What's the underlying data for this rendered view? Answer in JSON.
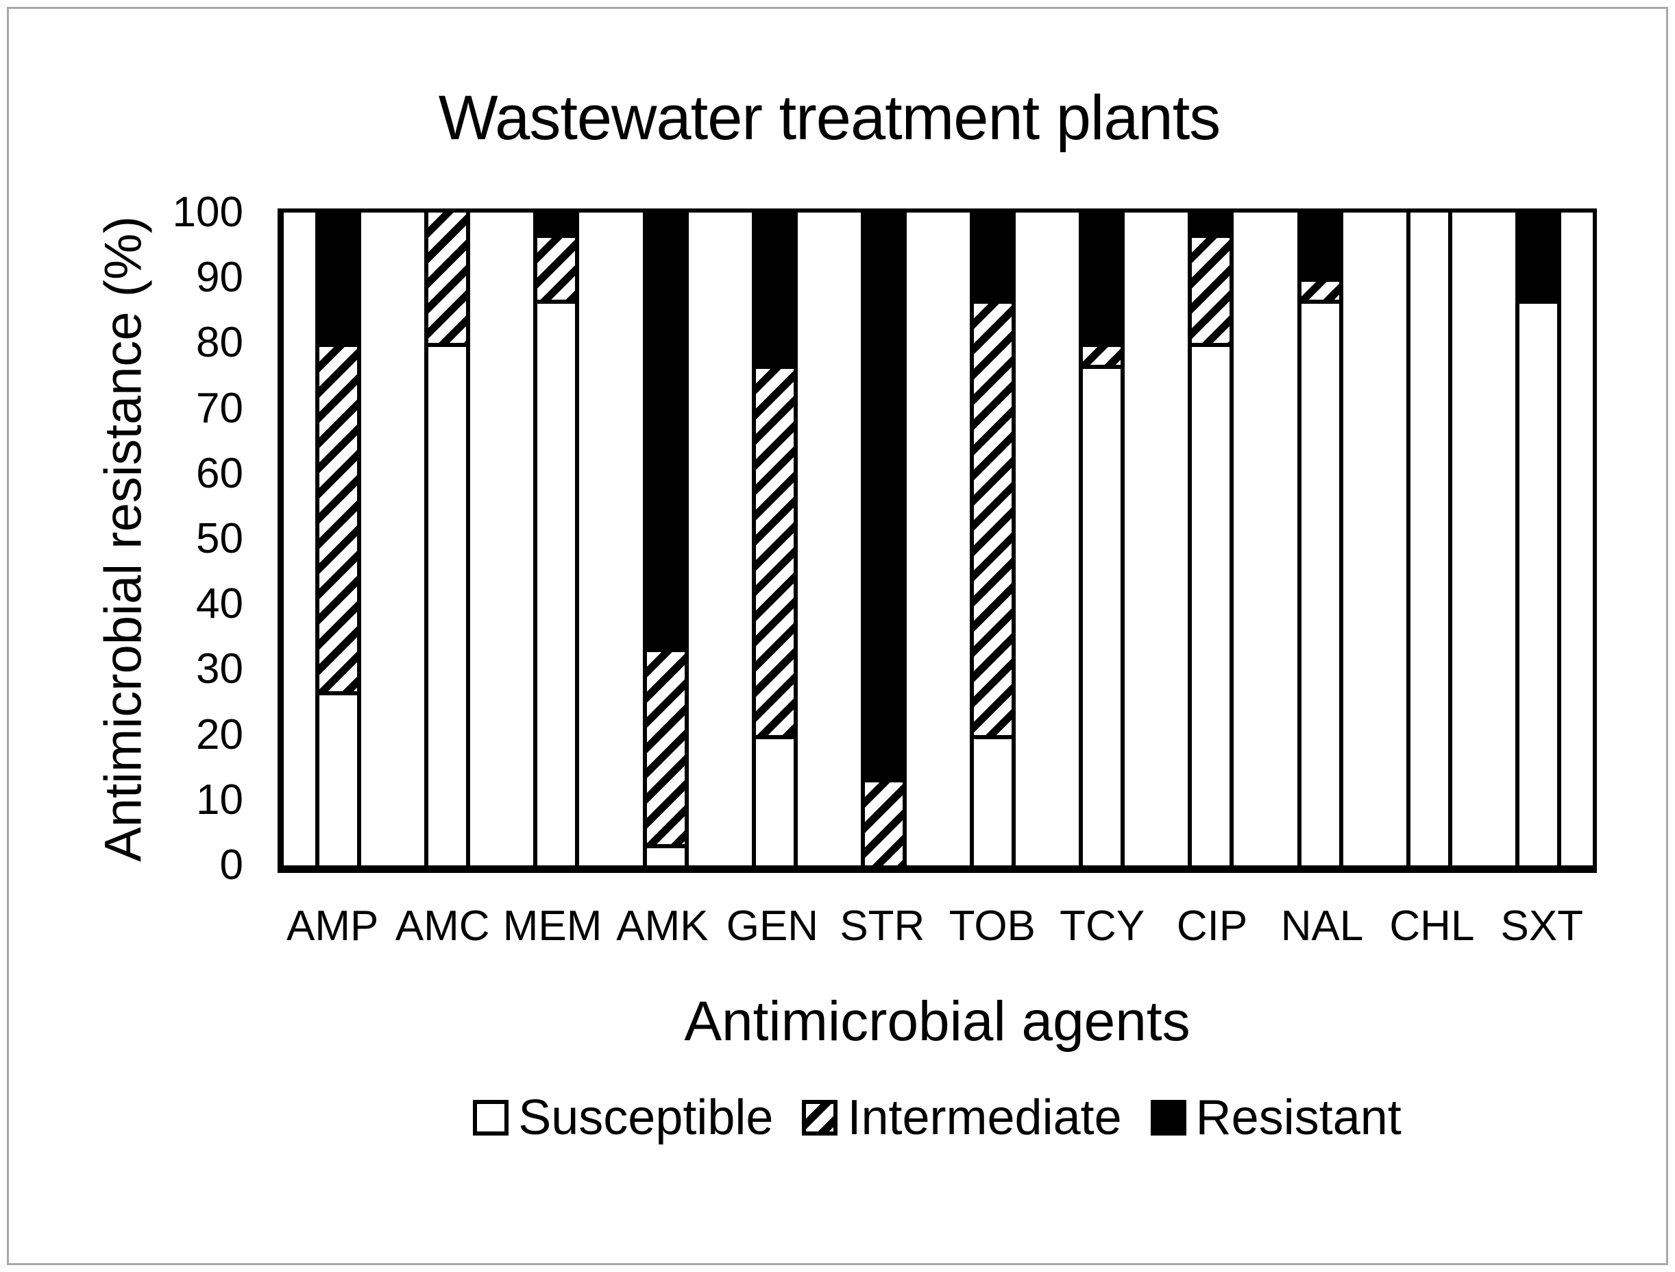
{
  "title": "Wastewater treatment plants",
  "y_axis": {
    "title": "Antimicrobial resistance (%)",
    "ticks": [
      100,
      90,
      80,
      70,
      60,
      50,
      40,
      30,
      20,
      10,
      0
    ]
  },
  "x_axis": {
    "title": "Antimicrobial agents"
  },
  "legend": {
    "items": [
      {
        "label": "Susceptible",
        "swatch": "white-square-swatch"
      },
      {
        "label": "Intermediate",
        "swatch": "diagonal-hatch-swatch"
      },
      {
        "label": "Resistant",
        "swatch": "black-square-swatch"
      }
    ]
  },
  "colors": {
    "foreground": "#000000",
    "background": "#ffffff",
    "frame_border": "#a9a9a9"
  },
  "chart_data": {
    "type": "bar",
    "stacked": true,
    "orientation": "vertical",
    "title": "Wastewater treatment plants",
    "xlabel": "Antimicrobial agents",
    "ylabel": "Antimicrobial resistance (%)",
    "ylim": [
      0,
      100
    ],
    "ytick_step": 10,
    "grid": false,
    "legend_position": "bottom",
    "categories": [
      "AMP",
      "AMC",
      "MEM",
      "AMK",
      "GEN",
      "STR",
      "TOB",
      "TCY",
      "CIP",
      "NAL",
      "CHL",
      "SXT"
    ],
    "series": [
      {
        "name": "Susceptible",
        "pattern": "white",
        "values": [
          26.7,
          80,
          86.7,
          3.3,
          20,
          0,
          20,
          76.7,
          80,
          86.7,
          100,
          86.7
        ]
      },
      {
        "name": "Intermediate",
        "pattern": "hatch",
        "values": [
          53.3,
          20,
          10,
          30,
          56.7,
          13.3,
          66.7,
          3.3,
          16.7,
          3.3,
          0,
          0
        ]
      },
      {
        "name": "Resistant",
        "pattern": "black",
        "values": [
          20,
          0,
          3.3,
          66.7,
          23.3,
          86.7,
          13.3,
          20,
          3.3,
          10,
          0,
          13.3
        ]
      }
    ]
  }
}
